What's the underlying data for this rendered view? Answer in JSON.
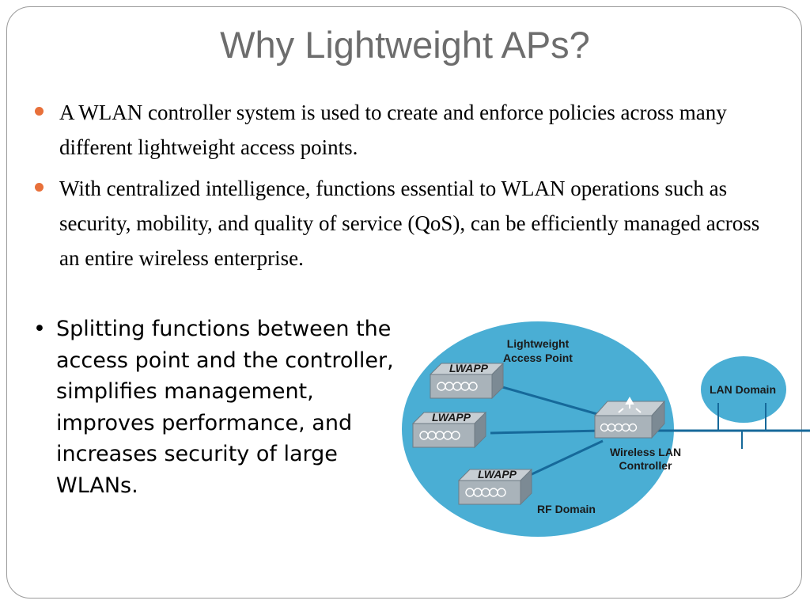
{
  "slide": {
    "title": "Why Lightweight APs?",
    "accent_color": "#e8703a",
    "bullets": [
      {
        "text": "A WLAN controller system is used to create and enforce policies across many different lightweight access points."
      },
      {
        "text": "With centralized intelligence, functions essential to WLAN operations such as security, mobility, and quality of service (QoS), can be efficiently managed across an entire wireless enterprise."
      }
    ],
    "side_bullet": {
      "marker": "•",
      "text": "Splitting functions between the access point and the controller, simplifies management, improves performance, and increases security of large WLANs."
    }
  },
  "diagram": {
    "rf_domain_color": "#4aaed4",
    "lan_domain_color": "#4aaed4",
    "labels": {
      "lightweight_ap_line1": "Lightweight",
      "lightweight_ap_line2": "Access Point",
      "lan_domain": "LAN Domain",
      "controller_line1": "Wireless LAN",
      "controller_line2": "Controller",
      "rf_domain": "RF Domain"
    },
    "ap_labels": [
      "LWAPP",
      "LWAPP",
      "LWAPP"
    ]
  }
}
